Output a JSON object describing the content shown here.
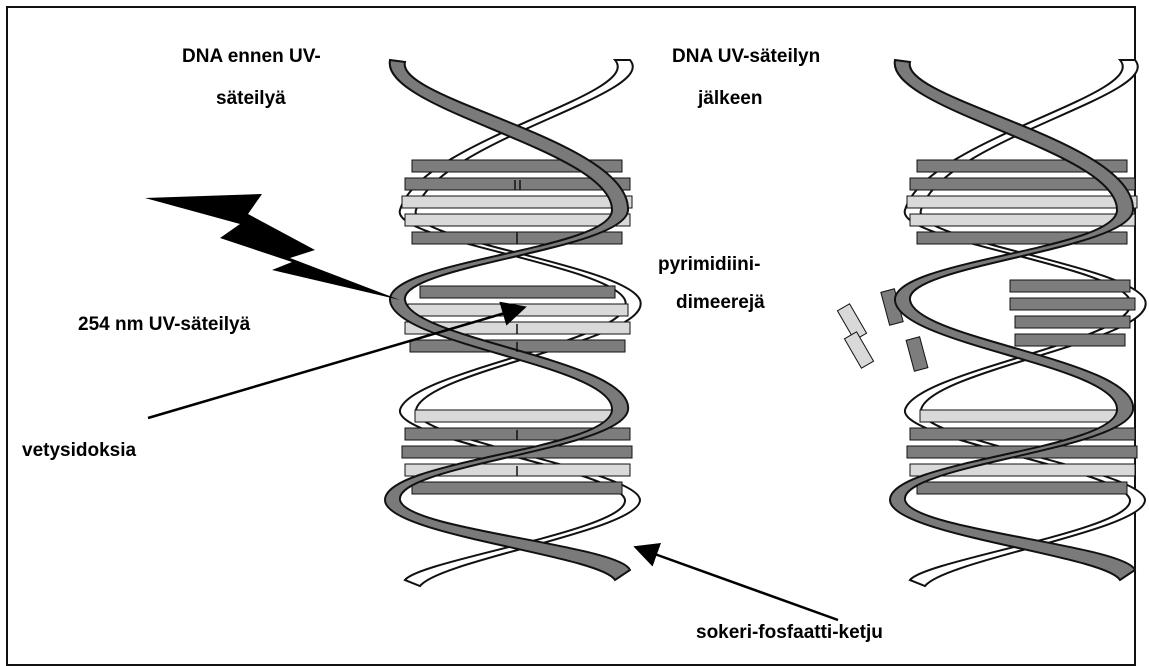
{
  "labels": {
    "before_line1": "DNA ennen UV-",
    "before_line2": "säteilyä",
    "after_line1": "DNA UV-säteilyn",
    "after_line2": "jälkeen",
    "uv": "254 nm UV-säteilyä",
    "dimer_line1": "pyrimidiini-",
    "dimer_line2": "dimeerejä",
    "hbonds": "vetysidoksia",
    "backbone": "sokeri-fosfaatti-ketju"
  },
  "colors": {
    "backbone_front": "#7a7a7a",
    "backbone_back": "#ffffff",
    "base_dark": "#7d7d7d",
    "base_light": "#d9d9d9",
    "outline": "#111111"
  }
}
